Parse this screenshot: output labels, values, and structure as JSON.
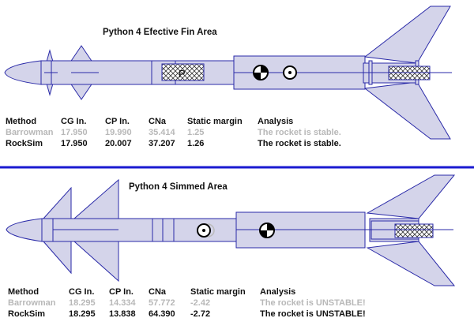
{
  "colors": {
    "body_fill": "#d4d4ea",
    "outline": "#2a2aa8",
    "separator": "#1a1ad0",
    "barrowman_text": "#b8b8b8"
  },
  "panels": [
    {
      "title": "Python 4 Efective Fin Area",
      "payload_label": "P",
      "headers": [
        "Method",
        "CG In.",
        "CP In.",
        "CNa",
        "Static margin",
        "Analysis"
      ],
      "rows": [
        [
          "Barrowman",
          "17.950",
          "19.990",
          "35.414",
          "1.25",
          "The rocket is stable."
        ],
        [
          "RockSim",
          "17.950",
          "20.007",
          "37.207",
          "1.26",
          "The rocket is stable."
        ]
      ]
    },
    {
      "title": "Python 4 Simmed Area",
      "headers": [
        "Method",
        "CG In.",
        "CP In.",
        "CNa",
        "Static margin",
        "Analysis"
      ],
      "rows": [
        [
          "Barrowman",
          "18.295",
          "14.334",
          "57.772",
          "-2.42",
          "The rocket is UNSTABLE!"
        ],
        [
          "RockSim",
          "18.295",
          "13.838",
          "64.390",
          "-2.72",
          "The rocket is UNSTABLE!"
        ]
      ]
    }
  ]
}
